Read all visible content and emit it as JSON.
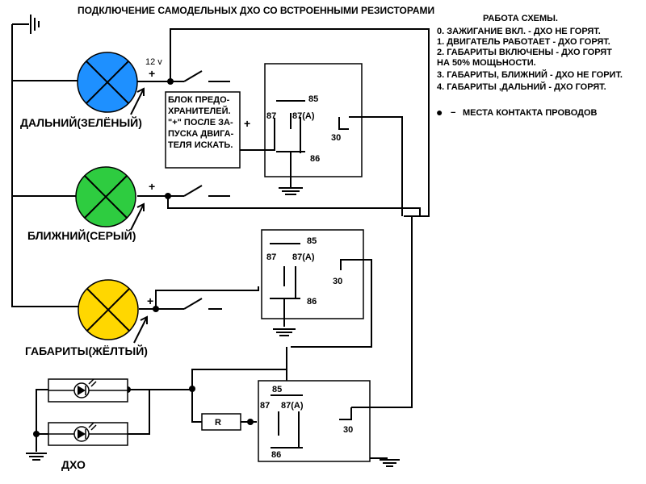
{
  "title": "ПОДКЛЮЧЕНИЕ САМОДЕЛЬНЫХ ДХО СО ВСТРОЕННЫМИ РЕЗИСТОРАМИ",
  "work": {
    "heading": "РАБОТА СХЕМЫ.",
    "lines": [
      "0. ЗАЖИГАНИЕ ВКЛ. - ДХО НЕ ГОРЯТ.",
      "1. ДВИГАТЕЛЬ РАБОТАЕТ - ДХО ГОРЯТ.",
      "2. ГАБАРИТЫ ВКЛЮЧЕНЫ - ДХО ГОРЯТ",
      "НА 50% МОЩЬНОСТИ.",
      "3. ГАБАРИТЫ, БЛИЖНИЙ - ДХО НЕ ГОРИТ.",
      "4. ГАБАРИТЫ ,ДАЛЬНИЙ - ДХО ГОРЯТ."
    ],
    "legend_bullet": "●",
    "legend_dash": "−",
    "legend_text": "МЕСТА КОНТАКТА ПРОВОДОВ"
  },
  "voltage": "12 v",
  "plus": "+",
  "lamps": {
    "high": {
      "label": "ДАЛЬНИЙ(ЗЕЛЁНЫЙ)",
      "color": "#1e90ff"
    },
    "low": {
      "label": "БЛИЖНИЙ(СЕРЫЙ)",
      "color": "#2ecc40"
    },
    "park": {
      "label": "ГАБАРИТЫ(ЖЁЛТЫЙ)",
      "color": "#ffd700"
    }
  },
  "fuse_box": {
    "lines": [
      "БЛОК ПРЕДО-",
      "ХРАНИТЕЛЕЙ.",
      "\"+\" ПОСЛЕ ЗА-",
      "ПУСКА ДВИГА-",
      "ТЕЛЯ ИСКАТЬ."
    ]
  },
  "relay_pins": {
    "p85": "85",
    "p87": "87",
    "p87a": "87(A)",
    "p30": "30",
    "p86": "86"
  },
  "resistor_label": "R",
  "drl_label": "ДХО"
}
